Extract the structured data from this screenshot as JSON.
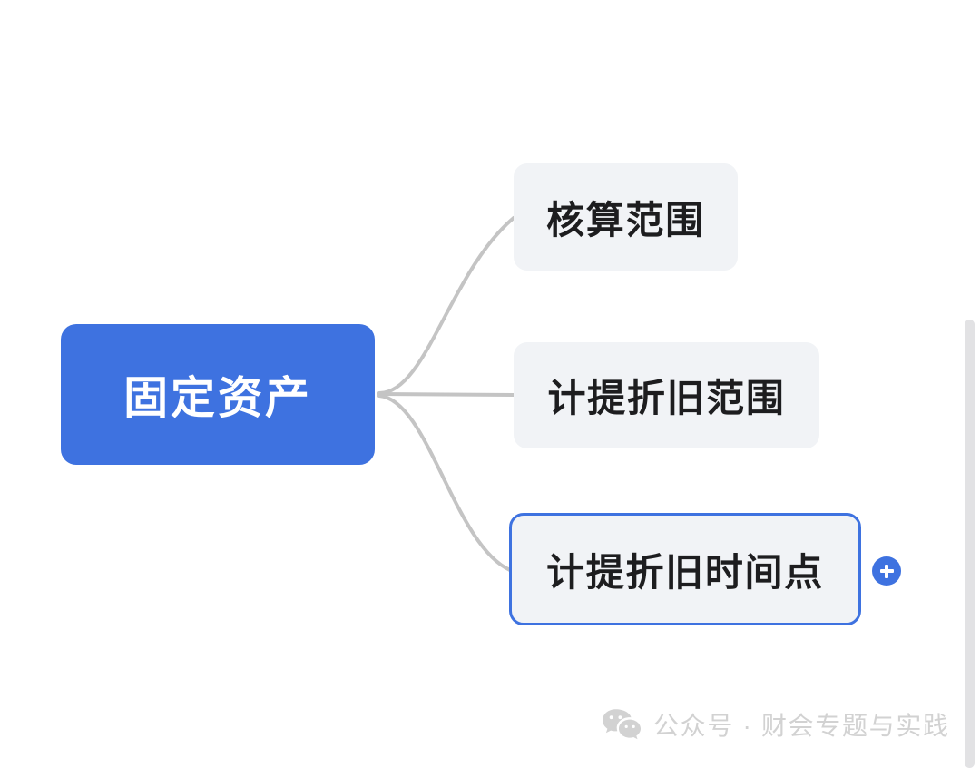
{
  "app": {
    "type": "mind-map",
    "background_color": "#FFFFFF"
  },
  "mindmap": {
    "root": {
      "label": "固定资产",
      "fill_color": "#3E72E0",
      "text_color": "#FFFFFF",
      "selected": false
    },
    "children": [
      {
        "label": "核算范围",
        "fill_color": "#F1F3F6",
        "text_color": "#1D1D1F",
        "selected": false
      },
      {
        "label": "计提折旧范围",
        "fill_color": "#F1F3F6",
        "text_color": "#1D1D1F",
        "selected": false
      },
      {
        "label": "计提折旧时间点",
        "fill_color": "#F1F3F6",
        "text_color": "#1D1D1F",
        "selected": true,
        "border_color": "#3E72E0"
      }
    ],
    "connector_color": "#C4C4C4"
  },
  "controls": {
    "add_node_button": {
      "icon": "plus-icon",
      "color": "#3E72E0",
      "label": "+"
    },
    "scrollbar": {
      "orientation": "vertical",
      "color": "#E2E2E4"
    }
  },
  "watermark": {
    "icon": "wechat-icon",
    "text": "公众号 · 财会专题与实践",
    "color": "#D2D2D2"
  }
}
